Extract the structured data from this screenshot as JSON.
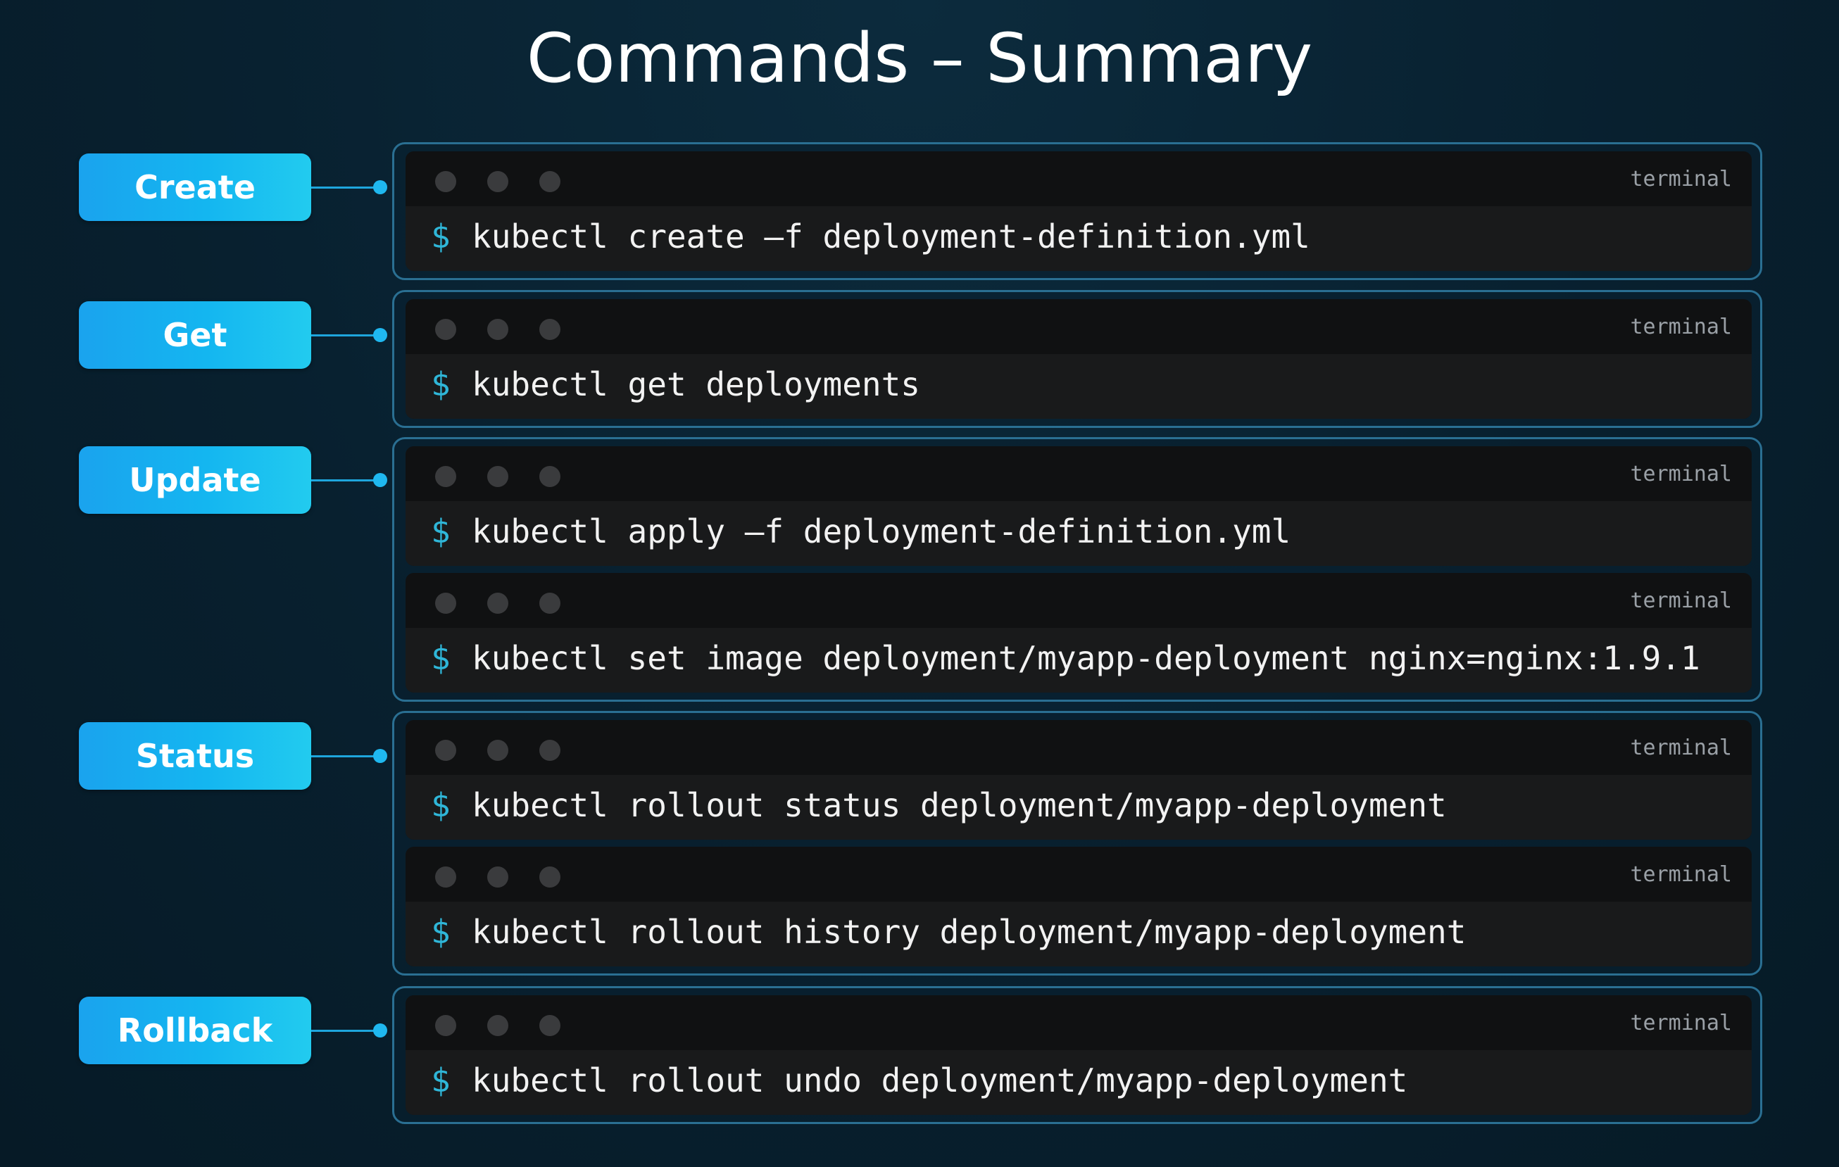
{
  "title": "Commands – Summary",
  "accent_color": "#1aa3ee",
  "terminal_tag": "terminal",
  "prompt_symbol": "$",
  "sections": [
    {
      "label": "Create",
      "commands": [
        "kubectl create –f deployment-definition.yml"
      ]
    },
    {
      "label": "Get",
      "commands": [
        "kubectl get deployments"
      ]
    },
    {
      "label": "Update",
      "commands": [
        "kubectl apply –f deployment-definition.yml",
        "kubectl set image deployment/myapp-deployment nginx=nginx:1.9.1"
      ]
    },
    {
      "label": "Status",
      "commands": [
        "kubectl rollout status deployment/myapp-deployment",
        "kubectl rollout history deployment/myapp-deployment"
      ]
    },
    {
      "label": "Rollback",
      "commands": [
        "kubectl rollout undo deployment/myapp-deployment"
      ]
    }
  ]
}
